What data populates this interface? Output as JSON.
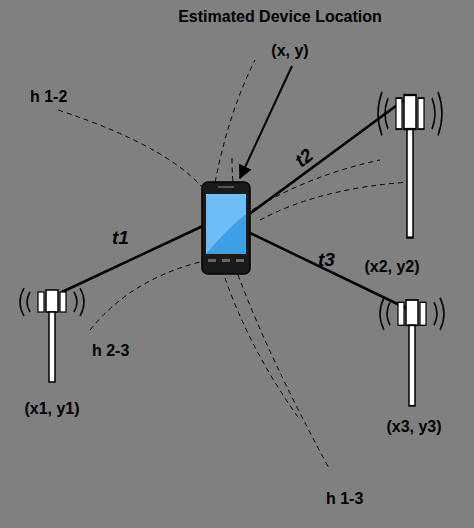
{
  "diagram": {
    "labels": [
      "Estimated Device Location",
      "(x, y)",
      "h 1-2",
      "t1",
      "t2",
      "(x2, y2)",
      "t3",
      "h 2-3",
      "(x1, y1)",
      "(x3, y3)",
      "h 1-3"
    ]
  }
}
